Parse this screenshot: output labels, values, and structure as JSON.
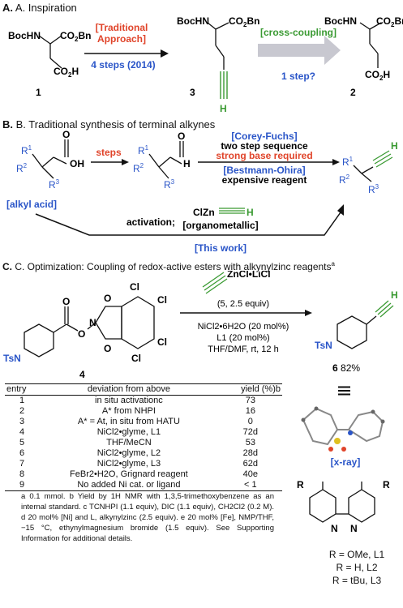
{
  "sectionA": {
    "title": "A. Inspiration",
    "compound1_label": "1",
    "compound3_label": "3",
    "compound2_label": "2",
    "bochn": "BocHN",
    "co2bn": "CO2Bn",
    "co2h": "CO2H",
    "h": "H",
    "traditional": "[Traditional\nApproach]",
    "traditional_l1": "[Traditional",
    "traditional_l2": "Approach]",
    "steps": "4 steps (2014)",
    "cross": "[cross-coupling]",
    "onestep": "1 step?"
  },
  "sectionB": {
    "title": "B. Traditional synthesis of terminal alkynes",
    "steps": "steps",
    "corey": "[Corey-Fuchs]",
    "two_step": "two step sequence",
    "strong_base": "strong base required",
    "bestmann": "[Bestmann-Ohira]",
    "expensive": "expensive reagent",
    "alkyl_acid": "[alkyl acid]",
    "activation": "activation;",
    "clzn": "ClZn",
    "organometallic": "[organometallic]",
    "this_work": "[This work]",
    "oh": "OH",
    "o": "O",
    "r1": "R1",
    "r2": "R2",
    "r3": "R3",
    "h": "H"
  },
  "sectionC": {
    "title": "C. Optimization: Coupling of redox-active esters with alkynylzinc reagents",
    "title_sup": "a",
    "reagent_zn": "ZnCl•LiCl",
    "reagent_5": "(5, 2.5 equiv)",
    "cond1": "NiCl2•6H2O (20 mol%)",
    "cond2": "L1 (20 mol%)",
    "cond3": "THF/DMF, rt, 12 h",
    "compound4": "4",
    "compound6": "6",
    "yield6": "82%",
    "ts": "TsN",
    "cl": "Cl",
    "o": "O",
    "n": "N",
    "h": "H",
    "xray": "[x-ray]",
    "equiv_sign": "|||",
    "r": "R",
    "legend1": "R = OMe, L1",
    "legend2": "R = H, L2",
    "legend3": "R = tBu, L3"
  },
  "table": {
    "headers": [
      "entry",
      "deviation from above",
      "yield (%)b"
    ],
    "rows": [
      [
        "1",
        "in situ activationc",
        "73"
      ],
      [
        "2",
        "A* from NHPI",
        "16"
      ],
      [
        "3",
        "A* = At, in situ from HATU",
        "0"
      ],
      [
        "4",
        "NiCl2•glyme, L1",
        "72d"
      ],
      [
        "5",
        "THF/MeCN",
        "53"
      ],
      [
        "6",
        "NiCl2•glyme, L2",
        "28d"
      ],
      [
        "7",
        "NiCl2•glyme, L3",
        "62d"
      ],
      [
        "8",
        "FeBr2•H2O, Grignard reagent",
        "40e"
      ],
      [
        "9",
        "No added Ni cat. or ligand",
        "< 1"
      ]
    ]
  },
  "footnote": "a 0.1 mmol. b Yield by 1H NMR with 1,3,5-trimethoxybenzene as an internal standard. c TCNHPI (1.1 equiv), DIC (1.1 equiv), CH2Cl2 (0.2 M). d 20 mol% [Ni] and L, alkynylzinc (2.5 equiv). e 20 mol% [Fe], NMP/THF, −15 °C, ethynylmagnesium bromide (1.5 equiv). See Supporting Information for additional details.",
  "colors": {
    "blue": "#2a55c8",
    "red": "#e0442a",
    "green": "#3a9a32",
    "arrow_gray": "#c8c8d0"
  }
}
